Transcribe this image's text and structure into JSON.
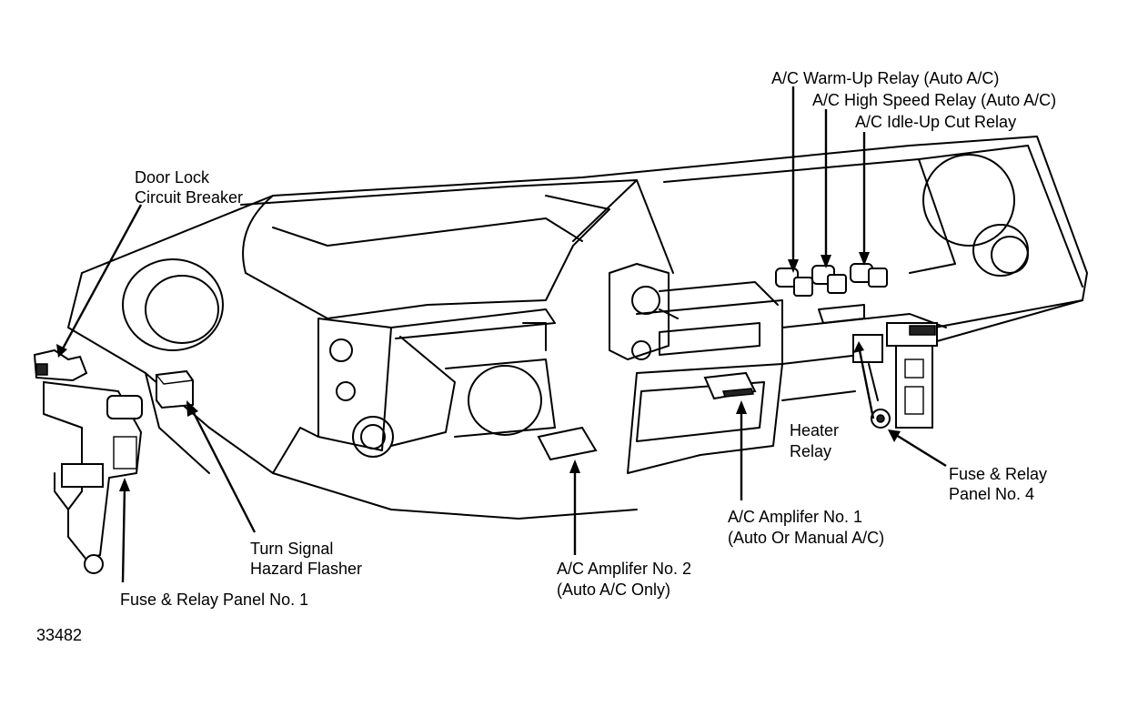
{
  "labels": {
    "warm_up_relay": "A/C Warm-Up Relay (Auto A/C)",
    "high_speed_relay": "A/C High Speed Relay (Auto A/C)",
    "idle_up_cut_relay": "A/C Idle-Up Cut Relay",
    "door_lock_cb_1": "Door Lock",
    "door_lock_cb_2": "Circuit Breaker",
    "heater_relay_1": "Heater",
    "heater_relay_2": "Relay",
    "fuse_panel_4_1": "Fuse & Relay",
    "fuse_panel_4_2": "Panel No. 4",
    "amp1_1": "A/C Amplifer No. 1",
    "amp1_2": "(Auto Or Manual A/C)",
    "amp2_1": "A/C Amplifer No. 2",
    "amp2_2": "(Auto A/C Only)",
    "turn_signal_1": "Turn Signal",
    "turn_signal_2": "Hazard Flasher",
    "fuse_panel_1": "Fuse & Relay Panel No. 1",
    "figure_number": "33482"
  }
}
